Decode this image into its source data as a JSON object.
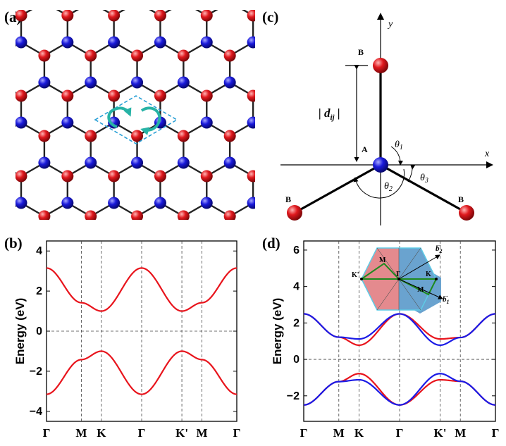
{
  "panels": {
    "a": {
      "label": "(a)"
    },
    "b": {
      "label": "(b)"
    },
    "c": {
      "label": "(c)"
    },
    "d": {
      "label": "(d)"
    }
  },
  "colors": {
    "sublattice_A": "#1a1adb",
    "sublattice_B": "#e0191e",
    "band_red": "#e8141c",
    "band_blue": "#1b1be6",
    "curl_arrow": "#27b3a6",
    "unit_cell": "#2aa0d6",
    "bz_pink": "#e48a8e",
    "bz_blue": "#6aa3cf",
    "bz_edge": "#5ecbe6",
    "bz_path": "#1e8a1e"
  },
  "panel_c": {
    "x_axis_label": "x",
    "y_axis_label": "y",
    "site_A": "A",
    "site_B": "B",
    "bond_length_label": "| d",
    "bond_length_sub": "ij",
    "bond_length_close": " |",
    "theta1": "θ",
    "theta1_sub": "1",
    "theta2": "θ",
    "theta2_sub": "2",
    "theta3": "θ",
    "theta3_sub": "3"
  },
  "inset": {
    "labels": {
      "M_top": "M",
      "K_left": "K'",
      "Gamma": "Γ",
      "K_right": "K",
      "M_bottom": "M"
    },
    "b2": "b",
    "b2_sub": "2",
    "b1": "b",
    "b1_sub": "1",
    "vec_arrow": "→"
  },
  "chart_data": [
    {
      "panel": "b",
      "type": "line",
      "ylabel": "Energy (eV)",
      "xlabel": "",
      "ylim": [
        -4.5,
        4.5
      ],
      "yticks": [
        "4",
        "2",
        "0",
        "−2",
        "−4"
      ],
      "ytick_values": [
        4,
        2,
        0,
        -2,
        -4
      ],
      "kpoints": [
        "Γ",
        "M",
        "K",
        "Γ",
        "K'",
        "M",
        "Γ"
      ],
      "kpoint_positions": [
        0,
        1,
        1.577,
        2.732,
        3.887,
        4.464,
        5.464
      ],
      "grid": "vertical dashed lines at high-symmetry points; horizontal dashed line at E=0",
      "series": [
        {
          "band": "upper",
          "color": "#e8141c",
          "values": [
            3.15,
            1.42,
            1.0,
            3.15,
            1.0,
            1.42,
            3.15
          ]
        },
        {
          "band": "lower",
          "color": "#e8141c",
          "values": [
            -3.15,
            -1.42,
            -1.0,
            -3.15,
            -1.0,
            -1.42,
            -3.15
          ]
        }
      ]
    },
    {
      "panel": "d",
      "type": "line",
      "ylabel": "Energy (eV)",
      "xlabel": "",
      "ylim": [
        -3.4,
        6.5
      ],
      "yticks": [
        "6",
        "4",
        "2",
        "0",
        "−2"
      ],
      "ytick_values": [
        6,
        4,
        2,
        0,
        -2
      ],
      "kpoints": [
        "Γ",
        "M",
        "K",
        "Γ",
        "K'",
        "M",
        "Γ"
      ],
      "kpoint_positions": [
        0,
        1,
        1.577,
        2.732,
        3.887,
        4.464,
        5.464
      ],
      "grid": "vertical dashed lines at high-symmetry points; horizontal dashed line at E=0",
      "series": [
        {
          "band": "red upper",
          "color": "#e8141c",
          "values": [
            2.5,
            1.22,
            0.78,
            2.5,
            1.12,
            1.2,
            2.5
          ]
        },
        {
          "band": "blue upper",
          "color": "#1b1be6",
          "values": [
            2.5,
            1.22,
            1.12,
            2.5,
            0.78,
            1.2,
            2.5
          ]
        },
        {
          "band": "red lower",
          "color": "#e8141c",
          "values": [
            -2.5,
            -1.22,
            -0.78,
            -2.5,
            -1.12,
            -1.2,
            -2.5
          ]
        },
        {
          "band": "blue lower",
          "color": "#1b1be6",
          "values": [
            -2.5,
            -1.22,
            -1.12,
            -2.5,
            -0.78,
            -1.2,
            -2.5
          ]
        }
      ]
    }
  ]
}
